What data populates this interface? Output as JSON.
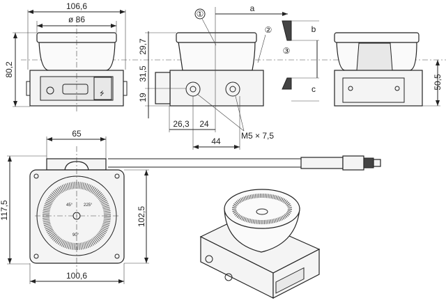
{
  "title": "Dimensional drawing",
  "front_view": {
    "width": "106,6",
    "diameter": "ø 86",
    "height": "80,2"
  },
  "side_view": {
    "h1": "29,7",
    "h2": "31,5",
    "h3": "19",
    "d1": "26,3",
    "d2": "24",
    "d3": "44",
    "thread": "M5 × 7,5"
  },
  "callouts": {
    "c1": "①",
    "c2": "②",
    "c3": "③"
  },
  "clearance": {
    "a": "a",
    "b": "b",
    "c": "c"
  },
  "right_view": {
    "height": "50,5"
  },
  "top_view": {
    "width_top": "65",
    "height_total": "117,5",
    "height_body": "102,5",
    "width": "100,6",
    "angle_left": "45°",
    "angle_right": "225°",
    "angle_bottom": "90°"
  }
}
